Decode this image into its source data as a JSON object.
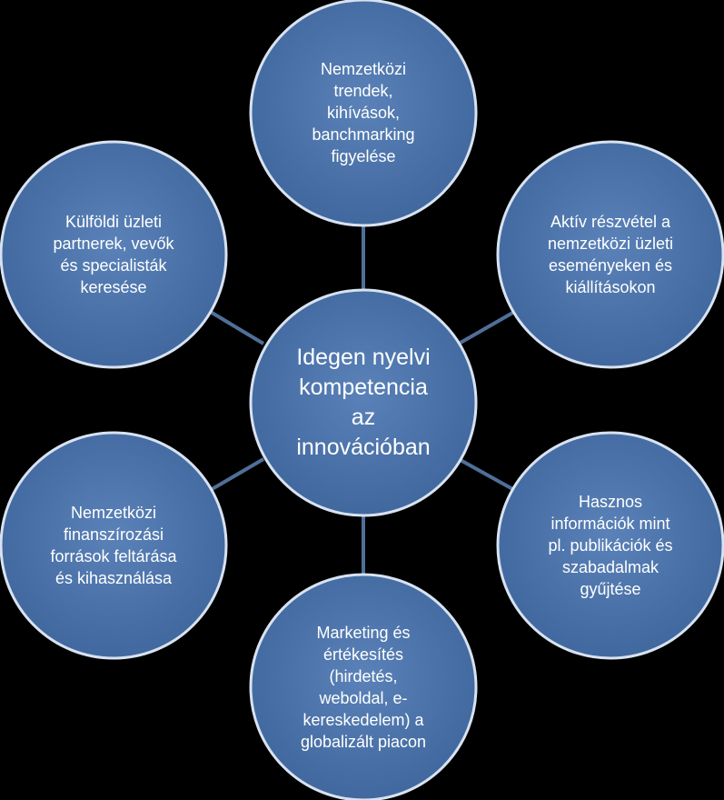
{
  "center": {
    "lines": [
      "Idegen nyelvi",
      "kompetencia",
      "az",
      "innovációban"
    ]
  },
  "nodes": {
    "top": {
      "lines": [
        "Nemzetközi",
        "trendek,",
        "kihívások,",
        "banchmarking",
        "figyelése"
      ]
    },
    "upper_right": {
      "lines": [
        "Aktív részvétel a",
        "nemzetközi üzleti",
        "eseményeken és",
        "kiállításokon"
      ]
    },
    "lower_right": {
      "lines": [
        "Hasznos",
        "információk mint",
        "pl. publikációk és",
        "szabadalmak",
        "gyűjtése"
      ]
    },
    "bottom": {
      "lines": [
        "Marketing és",
        "értékesítés",
        "(hirdetés,",
        "weboldal, e-",
        "kereskedelem) a",
        "globalizált piacon"
      ]
    },
    "lower_left": {
      "lines": [
        "Nemzetközi",
        "finanszírozási",
        "források feltárása",
        "és kihasználása"
      ]
    },
    "upper_left": {
      "lines": [
        "Külföldi üzleti",
        "partnerek, vevők",
        "és specialisták",
        "keresése"
      ]
    }
  },
  "colors": {
    "background": "#000000",
    "circle_fill": "#4a72a8",
    "circle_stroke": "#d8e2f0",
    "connector": "#4f6f99",
    "text": "#ffffff"
  }
}
